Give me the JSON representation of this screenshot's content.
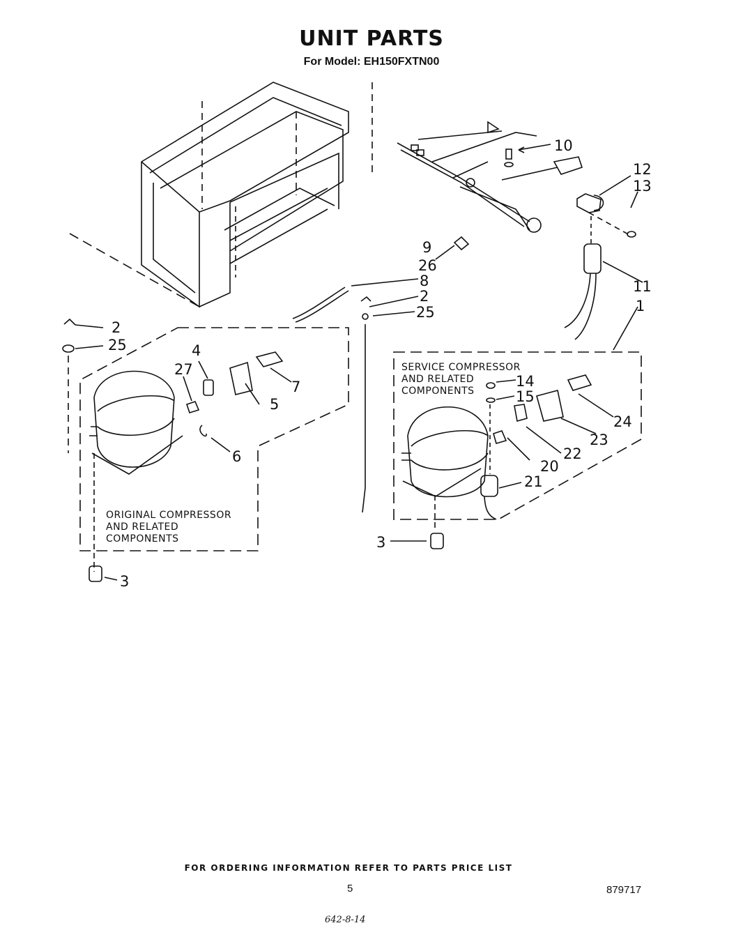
{
  "header": {
    "title": "UNIT PARTS",
    "subtitle": "For Model: EH150FXTN00"
  },
  "boxes": {
    "original": [
      "ORIGINAL COMPRESSOR",
      "AND RELATED",
      "COMPONENTS"
    ],
    "service": [
      "SERVICE COMPRESSOR",
      "AND RELATED",
      "COMPONENTS"
    ]
  },
  "callouts": {
    "c10": "10",
    "c12": "12",
    "c13": "13",
    "c9": "9",
    "c26": "26",
    "c8": "8",
    "c11": "11",
    "c2a": "2",
    "c25a": "25",
    "c1": "1",
    "c2b": "2",
    "c25b": "25",
    "c4": "4",
    "c27": "27",
    "c7": "7",
    "c5": "5",
    "c6": "6",
    "c3a": "3",
    "c14": "14",
    "c15": "15",
    "c24": "24",
    "c23": "23",
    "c22": "22",
    "c20": "20",
    "c21": "21",
    "c3b": "3"
  },
  "footer": {
    "note": "FOR ORDERING INFORMATION REFER TO PARTS PRICE LIST",
    "page": "5",
    "doc_number": "879717",
    "handwritten": "642-8-14"
  }
}
